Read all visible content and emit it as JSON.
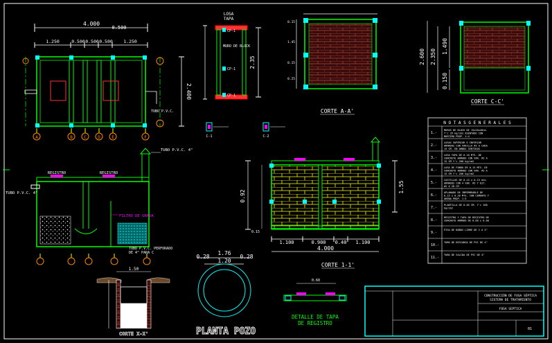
{
  "colors": {
    "background": "#000000",
    "dim": "#ffffff",
    "wall": "#00ff00",
    "brick": "#ffff00",
    "accent": "#00ffff",
    "marker": "#ff00ff",
    "axis": "#ff8800",
    "frame": "#00ffff"
  },
  "plan": {
    "overall_dim": "4.000",
    "mid_dim": "0.500",
    "dims": [
      "1.250",
      "0.500",
      "0.500",
      "0.500",
      "1.250"
    ],
    "side_dim": "2.400",
    "note": "TUBO P.V.C.",
    "axis_labels": [
      "A",
      "B",
      "C",
      "D",
      "E",
      "F"
    ]
  },
  "tapa": {
    "title_1": "LOSA",
    "title_2": "TAPA",
    "side_dim": "2.35",
    "note_1": "MURO DE BLOCK",
    "callouts": [
      "CP-1",
      "CP-1",
      "CP-1"
    ]
  },
  "corte_a": {
    "title": "CORTE  A-A'",
    "dims": [
      "0.15",
      "1.45",
      "0.15",
      "0.25"
    ]
  },
  "corte_c": {
    "title": "CORTE  C-C'",
    "dim_outer": "2.600",
    "dim_a": "2.350",
    "dim_b": "1.490",
    "dim_c": "0.150"
  },
  "details": {
    "label_1": "C-1",
    "label_2": "C-2"
  },
  "notas": {
    "title": "N O T A S   G E N E R A L E S",
    "items": [
      {
        "n": "1.-",
        "text": "MUROS DE BLOCK DE 15x20x40cm. f'c 35 kg/cm2 ASENTADO CON MORTERO PROP. 1:4"
      },
      {
        "n": "2.-",
        "text": "LOSAS SUPERIOR E INFERIOR ARMADAS CON VARILLA #3 A CADA 15 CM. EN AMBOS SENTIDOS"
      },
      {
        "n": "3.-",
        "text": "LOSA TAPA DE 0.10 MTS. DE CONCRETO ARMADO CON VAR. #3 A 15 CM f'c 200 kg/cm2"
      },
      {
        "n": "4.-",
        "text": "LOSA DE FONDO DE 0.15 MTS. DE CONCRETO ARMADO CON VAR. #3 A 15 CM f'c 200 kg/cm2"
      },
      {
        "n": "5.-",
        "text": "CASTILLOS DE 0.15 x 0.15 mts. ARMADOS CON 4 VAR. #3 Y EST. #2 A 20 CM"
      },
      {
        "n": "6.-",
        "text": "APLANADO DE IMPERMEABLE DE 0.15 x 0.20 MTS. CON CEMENTO Y ARENA PROP. 1:3"
      },
      {
        "n": "7.-",
        "text": "PLANTILLA DE 0.05 CM. f'c 100 kg/cm2"
      },
      {
        "n": "8.-",
        "text": "REGISTRO Y TAPA DE REGISTRO DE CONCRETO ARMADO DE 0.60 x 0.60"
      },
      {
        "n": "9.-",
        "text": "PISO DE BAÑOS LIBRE DE 2 A 3\""
      },
      {
        "n": "10.-",
        "text": "TUBO DE DESCARGA DE PVC DE 4\""
      },
      {
        "n": "11.-",
        "text": "TUBO DE SALIDA DE PVC DE 4\""
      }
    ]
  },
  "section": {
    "pipe_top": "TUBO P.V.C. 4\"",
    "registro_1": "REGISTRO",
    "registro_2": "REGISTRO",
    "pipe_left": "TUBO P.V.C. 4\"",
    "filter_label": "FILTRO DE GRAVA",
    "pipe_bottom_1": "TUBO P.V.C. PERFORADO",
    "pipe_bottom_2": "DE 4\" PARA C"
  },
  "corte_b": {
    "title": "CORTE  1-1'",
    "dims": [
      "1.100",
      "0.900",
      "0.40",
      "1.100"
    ],
    "total": "4.000",
    "right_dim": "1.55",
    "left_dim": "0.92",
    "side_small": "0.15"
  },
  "pozo": {
    "title": "PLANTA POZO",
    "dim_outer": "1.76",
    "dim_inner": "1.20",
    "dim_left": "0.28",
    "dim_right": "0.28"
  },
  "registro_detail": {
    "title_1": "DETALLE DE TAPA",
    "title_2": "DE REGISTRO",
    "dim": "0.60"
  },
  "corte_x": {
    "title": "CORTE  X-X'",
    "dim": "1.50"
  },
  "title_block": {
    "line_1": "CONSTRUCCIÓN DE FOSA SÉPTICA",
    "line_2": "SISTEMA DE TRATAMIENTO",
    "line_3": "FOSA SEPTICA",
    "sheet": "01"
  }
}
